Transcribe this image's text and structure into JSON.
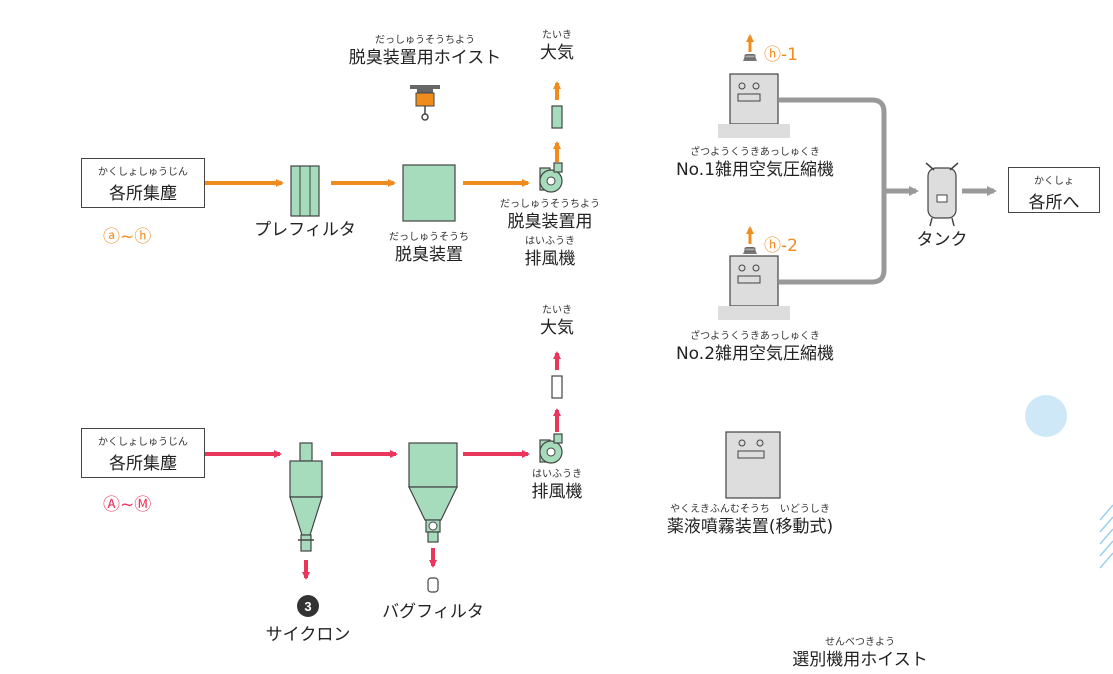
{
  "sources": {
    "odor": {
      "ruby": "かくしょしゅうじん",
      "label": "各所集塵",
      "range": "ⓐ~ⓗ"
    },
    "dust": {
      "ruby": "かくしょしゅうじん",
      "label": "各所集塵",
      "range": "Ⓐ~Ⓜ"
    }
  },
  "odor_line": {
    "prefilter": "プレフィルタ",
    "deodorizer": {
      "ruby": "だっしゅうそうち",
      "label": "脱臭装置"
    },
    "fan": {
      "ruby": "だっしゅうそうちよう",
      "label": "脱臭装置用",
      "ruby2": "はいふうき",
      "label2": "排風機"
    },
    "atmosphere": {
      "ruby": "たいき",
      "label": "大気"
    },
    "hoist": {
      "ruby": "だっしゅうそうちよう",
      "label": "脱臭装置用ホイスト"
    }
  },
  "dust_line": {
    "cyclone": {
      "number": "3",
      "label": "サイクロン"
    },
    "bagfilter": "バグフィルタ",
    "fan": {
      "ruby": "はいふうき",
      "label": "排風機"
    },
    "atmosphere": {
      "ruby": "たいき",
      "label": "大気"
    }
  },
  "compressors": [
    {
      "tag": "ⓗ-1",
      "ruby": "ざつようくうきあっしゅくき",
      "label": "No.1雑用空気圧縮機"
    },
    {
      "tag": "ⓗ-2",
      "ruby": "ざつようくうきあっしゅくき",
      "label": "No.2雑用空気圧縮機"
    }
  ],
  "tank": "タンク",
  "destination": {
    "ruby": "かくしょ",
    "label": "各所へ"
  },
  "sprayer": {
    "ruby": "やくえきふんむそうち　いどうしき",
    "label": "薬液噴霧装置(移動式)"
  },
  "sorting_hoist": {
    "ruby": "せんべつきよう",
    "label": "選別機用ホイスト"
  },
  "colors": {
    "odor": "#f08c1e",
    "dust": "#e8365c",
    "equipment": "#a6dcbc",
    "pipe": "#999999",
    "machine": "#dddddd",
    "accent": "#cfe8f7"
  }
}
